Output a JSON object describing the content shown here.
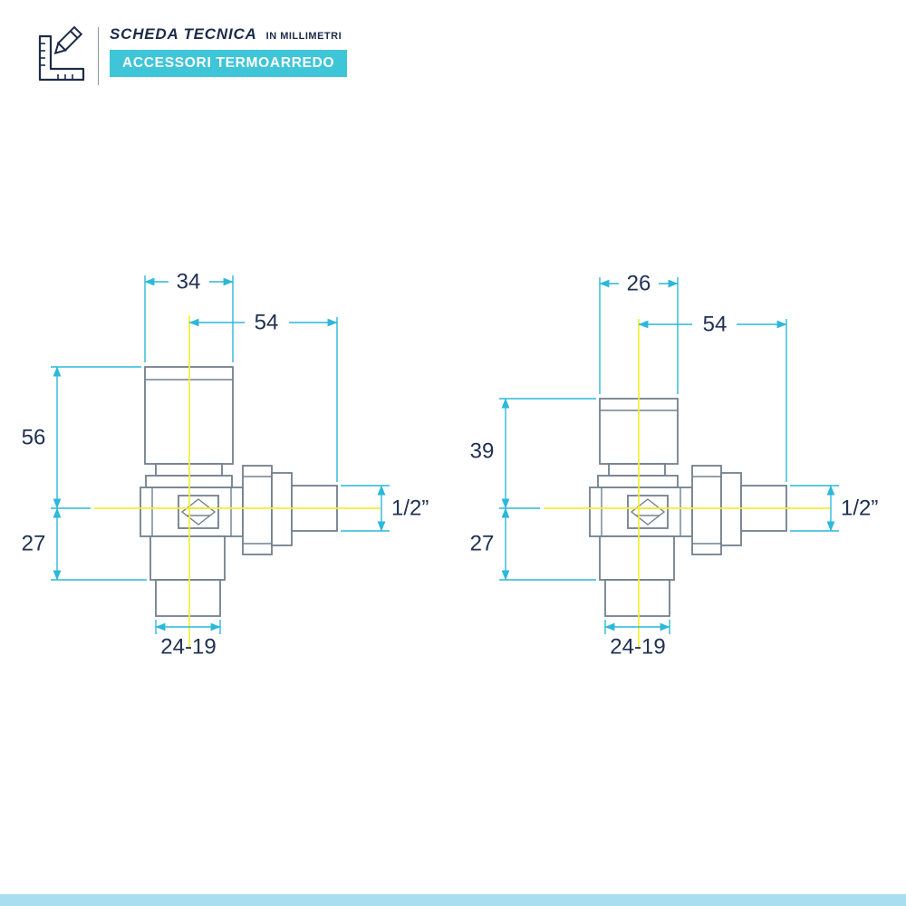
{
  "header": {
    "title": "SCHEDA TECNICA",
    "subtitle": "IN MILLIMETRI",
    "badge": "ACCESSORI TERMOARREDO"
  },
  "colors": {
    "accent_cyan": "#3fc5d8",
    "dimension_cyan": "#2bb8d9",
    "centerline_yellow": "#f4ef35",
    "drawing_gray": "#72808e",
    "text_navy": "#1c2b4a",
    "footer_strip": "#a9def0"
  },
  "valve_left": {
    "dims": {
      "top_width": "34",
      "reach": "54",
      "height_upper": "56",
      "height_lower": "27",
      "tail_width": "24-19",
      "thread": "1/2”"
    }
  },
  "valve_right": {
    "dims": {
      "top_width": "26",
      "reach": "54",
      "height_upper": "39",
      "height_lower": "27",
      "tail_width": "24-19",
      "thread": "1/2”"
    }
  }
}
